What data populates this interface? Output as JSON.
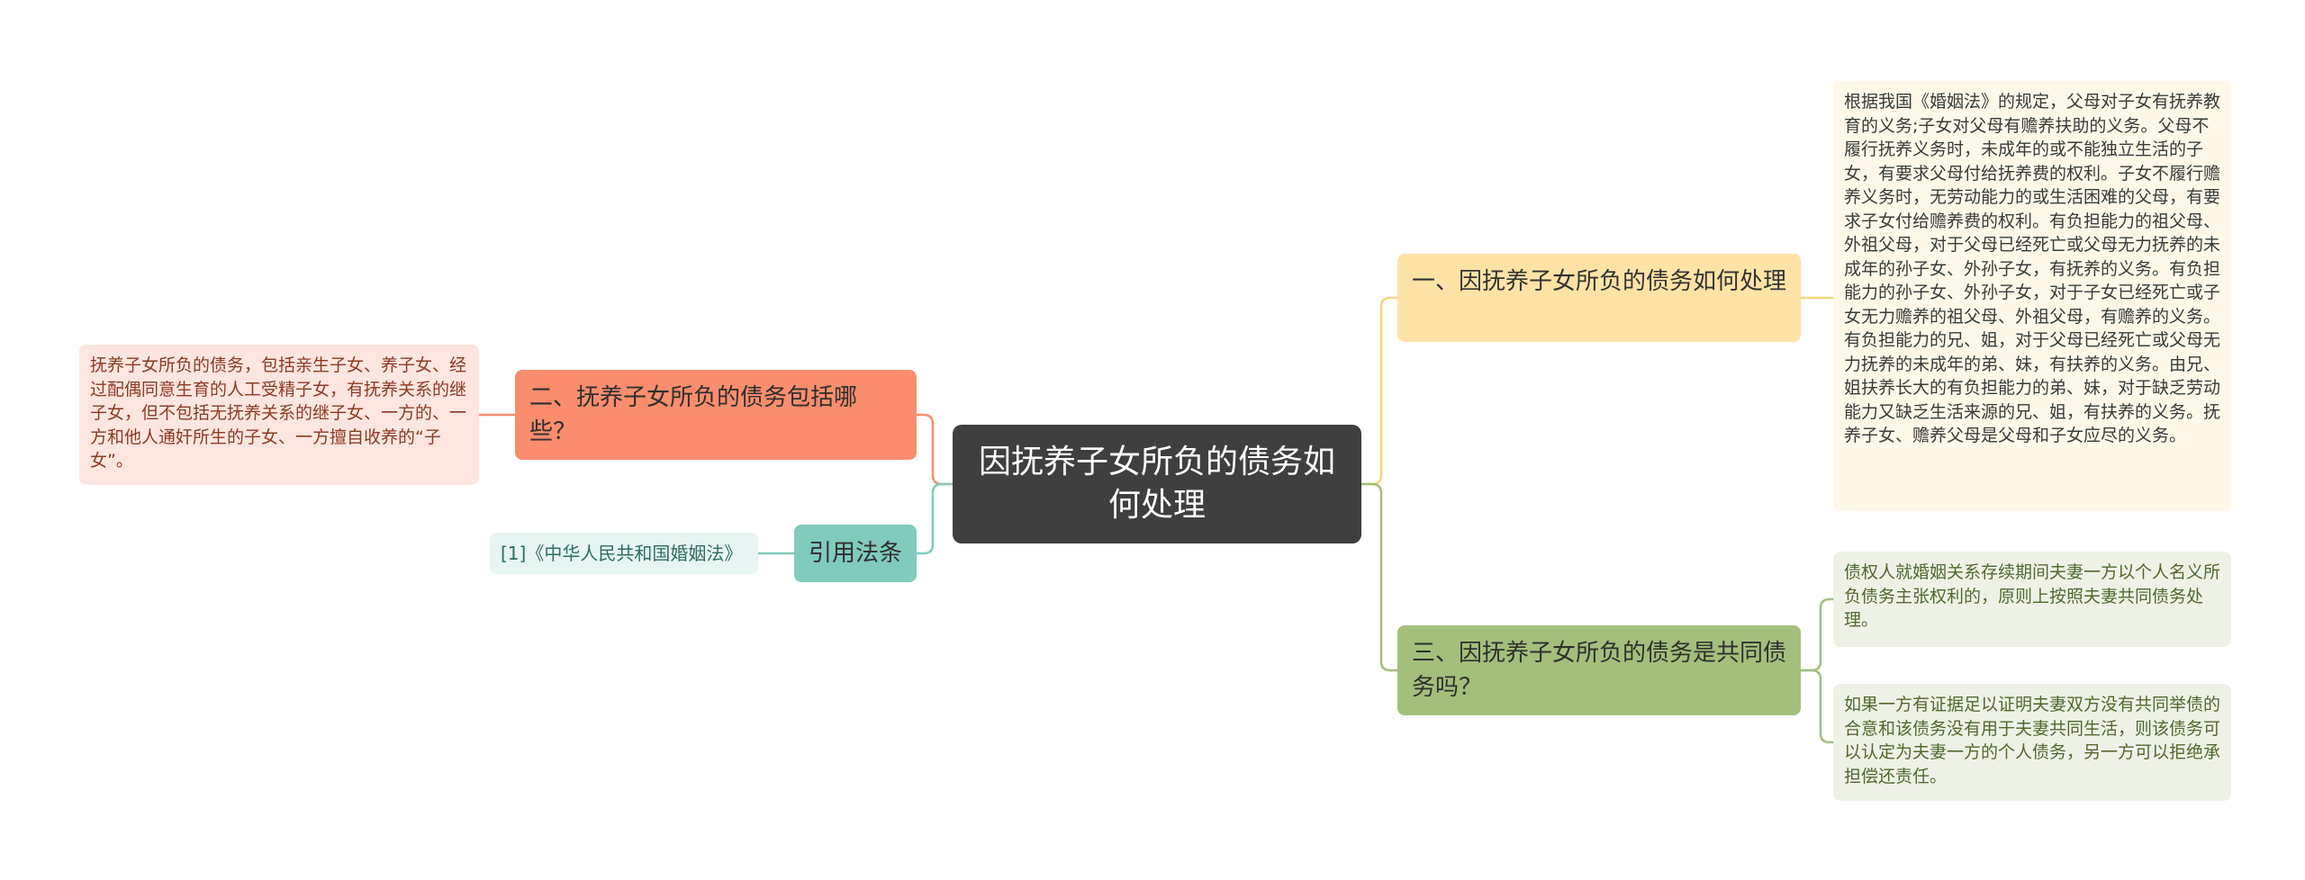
{
  "root": {
    "title": "因抚养子女所负的债务如何处理"
  },
  "branches": {
    "b1": {
      "label": "一、因抚养子女所负的债务如何处理"
    },
    "b2": {
      "label": "二、抚养子女所负的债务包括哪些？"
    },
    "b3": {
      "label": "三、因抚养子女所负的债务是共同债务吗？"
    },
    "b4": {
      "label": "引用法条"
    }
  },
  "leaves": {
    "b1_detail": "根据我国《婚姻法》的规定，父母对子女有抚养教育的义务;子女对父母有赡养扶助的义务。父母不履行抚养义务时，未成年的或不能独立生活的子女，有要求父母付给抚养费的权利。子女不履行赡养义务时，无劳动能力的或生活困难的父母，有要求子女付给赡养费的权利。有负担能力的祖父母、外祖父母，对于父母已经死亡或父母无力抚养的未成年的孙子女、外孙子女，有抚养的义务。有负担能力的孙子女、外孙子女，对于子女已经死亡或子女无力赡养的祖父母、外祖父母，有赡养的义务。有负担能力的兄、姐，对于父母已经死亡或父母无力抚养的未成年的弟、妹，有扶养的义务。由兄、姐扶养长大的有负担能力的弟、妹，对于缺乏劳动能力又缺乏生活来源的兄、姐，有扶养的义务。抚养子女、赡养父母是父母和子女应尽的义务。",
    "b2_detail": "抚养子女所负的债务，包括亲生子女、养子女、经过配偶同意生育的人工受精子女，有抚养关系的继子女，但不包括无抚养关系的继子女、一方的、一方和他人通奸所生的子女、一方擅自收养的“子女”。",
    "b3_detail_1": "债权人就婚姻关系存续期间夫妻一方以个人名义所负债务主张权利的，原则上按照夫妻共同债务处理。",
    "b3_detail_2": "如果一方有证据足以证明夫妻双方没有共同举债的合意和该债务没有用于夫妻共同生活，则该债务可以认定为夫妻一方的个人债务，另一方可以拒绝承担偿还责任。",
    "b4_detail": "[1]《中华人民共和国婚姻法》"
  },
  "colors": {
    "root": "#3f3f3f",
    "branch1": "#ffe3a6",
    "branch2": "#f98d6d",
    "branch3": "#a3bf7b",
    "branch4": "#80cbbb"
  }
}
